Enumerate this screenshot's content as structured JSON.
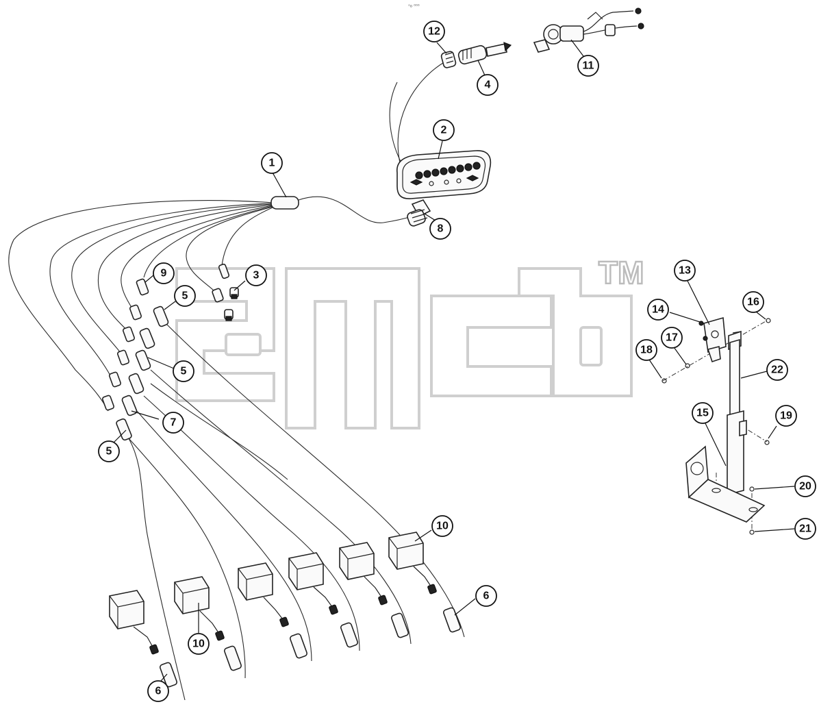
{
  "watermark": {
    "trademark": "TM"
  },
  "top_note": "◦ₒ ▫▫▫",
  "callouts": [
    {
      "id": "c1",
      "label": "1"
    },
    {
      "id": "c2",
      "label": "2"
    },
    {
      "id": "c3",
      "label": "3"
    },
    {
      "id": "c4",
      "label": "4"
    },
    {
      "id": "c5a",
      "label": "5"
    },
    {
      "id": "c5b",
      "label": "5"
    },
    {
      "id": "c5c",
      "label": "5"
    },
    {
      "id": "c6a",
      "label": "6"
    },
    {
      "id": "c6b",
      "label": "6"
    },
    {
      "id": "c7",
      "label": "7"
    },
    {
      "id": "c8",
      "label": "8"
    },
    {
      "id": "c9",
      "label": "9"
    },
    {
      "id": "c10a",
      "label": "10"
    },
    {
      "id": "c10b",
      "label": "10"
    },
    {
      "id": "c11",
      "label": "11"
    },
    {
      "id": "c12",
      "label": "12"
    },
    {
      "id": "c13",
      "label": "13"
    },
    {
      "id": "c14",
      "label": "14"
    },
    {
      "id": "c15",
      "label": "15"
    },
    {
      "id": "c16",
      "label": "16"
    },
    {
      "id": "c17",
      "label": "17"
    },
    {
      "id": "c18",
      "label": "18"
    },
    {
      "id": "c19",
      "label": "19"
    },
    {
      "id": "c20",
      "label": "20"
    },
    {
      "id": "c21",
      "label": "21"
    },
    {
      "id": "c22",
      "label": "22"
    }
  ]
}
